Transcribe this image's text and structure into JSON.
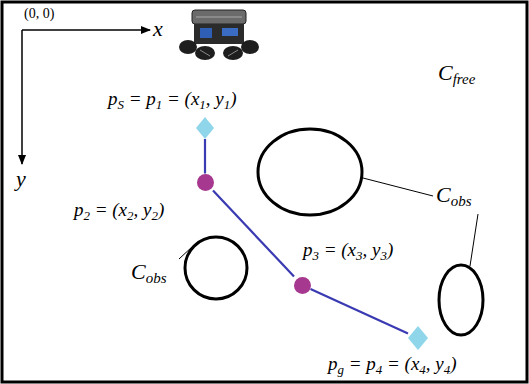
{
  "diagram": {
    "nodes": [
      {
        "text": [
          "pS = p1 = (x1, y1)"
        ]
      },
      {
        "text": [
          "p2 = (x2, y2)"
        ]
      },
      {
        "text": [
          "p3 = (x3, y3)"
        ]
      },
      {
        "text": [
          "pg = p4 = (x4, y4)"
        ]
      }
    ],
    "edges": [
      {
        "from": 0,
        "to": 1,
        "arrow": "none"
      },
      {
        "from": 1,
        "to": 2,
        "arrow": "none"
      },
      {
        "from": 2,
        "to": 3,
        "arrow": "none"
      }
    ],
    "labels": [
      "(0, 0)",
      "x",
      "y",
      "Cfree",
      "Cobs",
      "Cobs"
    ]
  }
}
